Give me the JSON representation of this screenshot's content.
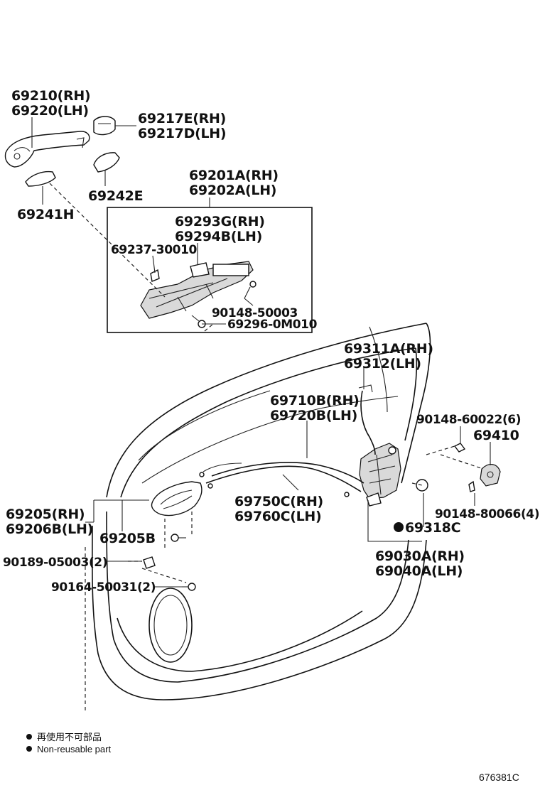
{
  "labels": {
    "p69210": "69210(RH)",
    "p69220": "69220(LH)",
    "p69217E": "69217E(RH)",
    "p69217D": "69217D(LH)",
    "p69242E": "69242E",
    "p69241H": "69241H",
    "p69201A": "69201A(RH)",
    "p69202A": "69202A(LH)",
    "p69293G": "69293G(RH)",
    "p69294B": "69294B(LH)",
    "p69237": "69237-30010",
    "p90148_50003": "90148-50003",
    "p69296": "69296-0M010",
    "p69311A": "69311A(RH)",
    "p69312": "69312(LH)",
    "p69710B": "69710B(RH)",
    "p69720B": "69720B(LH)",
    "p90148_60022": "90148-60022(6)",
    "p69410": "69410",
    "p69750C": "69750C(RH)",
    "p69760C": "69760C(LH)",
    "p90148_80066": "90148-80066(4)",
    "p69205": "69205(RH)",
    "p69206B": "69206B(LH)",
    "p69205B": "69205B",
    "p69318C": "69318C",
    "p90189": "90189-05003(2)",
    "p69030A": "69030A(RH)",
    "p69040A": "69040A(LH)",
    "p90164": "90164-50031(2)"
  },
  "legend": {
    "jp": "再使用不可部品",
    "en": "Non-reusable part"
  },
  "figure_id": "676381C"
}
